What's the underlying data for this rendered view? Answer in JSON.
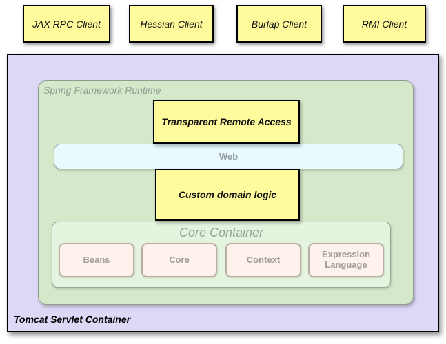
{
  "diagram": {
    "clients": [
      {
        "label": "JAX RPC Client"
      },
      {
        "label": "Hessian Client"
      },
      {
        "label": "Burlap Client"
      },
      {
        "label": "RMI Client"
      }
    ],
    "tomcat": {
      "label": "Tomcat Servlet Container"
    },
    "runtime": {
      "label": "Spring Framework Runtime"
    },
    "remote_access": {
      "label": "Transparent Remote Access"
    },
    "web": {
      "label": "Web"
    },
    "domain_logic": {
      "label": "Custom domain logic"
    },
    "core_container": {
      "label": "Core Container",
      "modules": [
        {
          "label": "Beans"
        },
        {
          "label": "Core"
        },
        {
          "label": "Context"
        },
        {
          "label": "Expression Language"
        }
      ]
    },
    "colors": {
      "client_fill": "#FFFB9C",
      "tomcat_fill": "#DDD8F5",
      "runtime_fill": "#D5E8CA",
      "web_fill": "#E9FAFD",
      "core_fill": "#E4F4DE",
      "module_fill": "#FDF2EC",
      "label_gray": "#98A49B",
      "border_black": "#000000"
    }
  }
}
